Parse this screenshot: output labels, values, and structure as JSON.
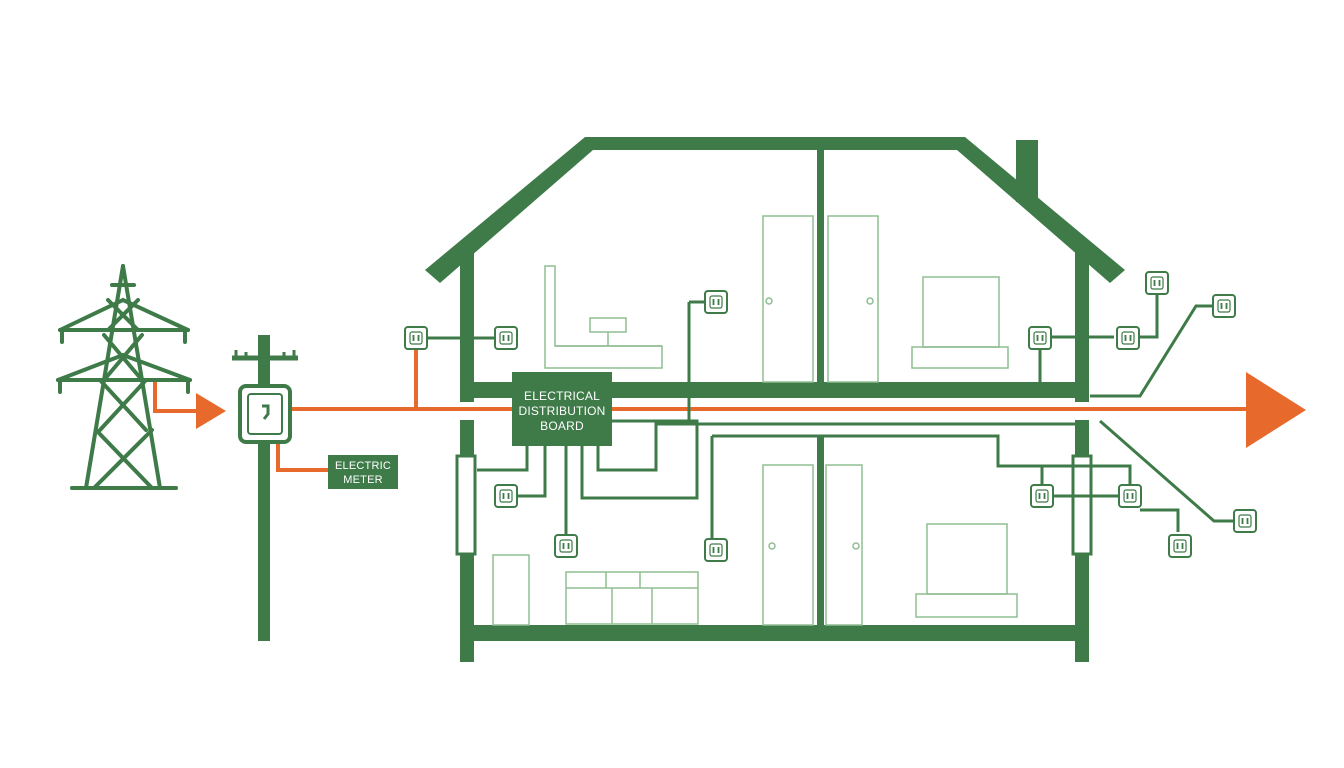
{
  "colors": {
    "structure": "#3e7b48",
    "interior": "#8fbd92",
    "power_line": "#e8692c",
    "label_text": "#ffffff",
    "background": "#ffffff"
  },
  "labels": {
    "distribution_board": [
      "ELECTRICAL",
      "DISTRIBUTION",
      "BOARD"
    ],
    "electric_meter": [
      "ELECTRIC",
      "METER"
    ]
  },
  "icons": {
    "tower": "transmission-tower-icon",
    "pole": "utility-pole-icon",
    "meter": "electric-meter-icon",
    "outlet": "wall-outlet-icon",
    "arrow": "power-flow-arrow-icon"
  }
}
